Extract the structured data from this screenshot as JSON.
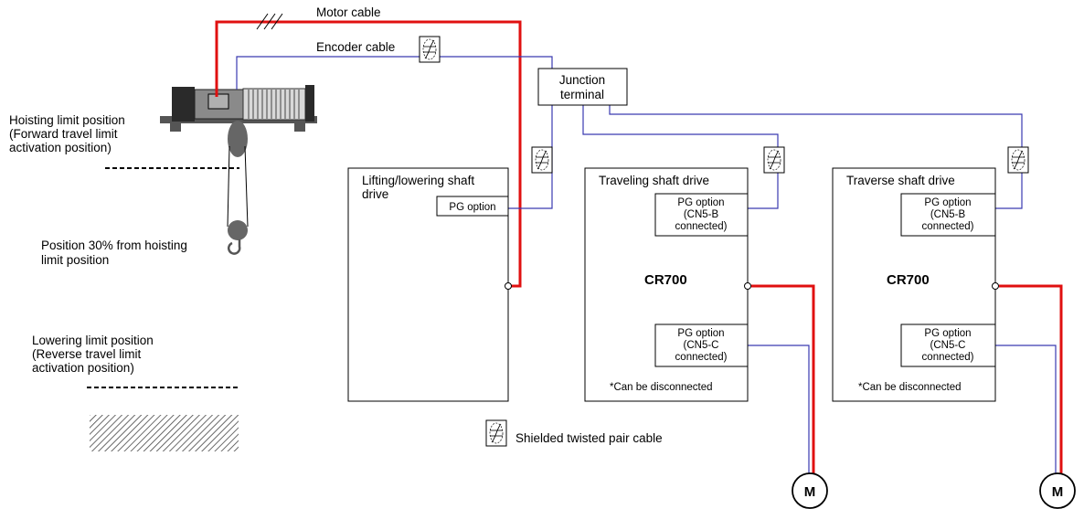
{
  "labels": {
    "motor_cable": "Motor cable",
    "encoder_cable": "Encoder cable",
    "junction_line1": "Junction",
    "junction_line2": "terminal",
    "hoist_limit": [
      "Hoisting limit position",
      "(Forward travel limit",
      "activation position)"
    ],
    "pos30": [
      "Position 30% from hoisting",
      "limit position"
    ],
    "lower_limit": [
      "Lowering limit position",
      "(Reverse travel limit",
      "activation position)"
    ],
    "shield_legend": "Shielded twisted pair cable"
  },
  "drives": {
    "lifting": {
      "title": [
        "Lifting/lowering shaft",
        "drive"
      ],
      "pg_option": "PG option"
    },
    "traveling": {
      "title": "Traveling shaft drive",
      "pg_b": [
        "PG option",
        "(CN5-B",
        "connected)"
      ],
      "model": "CR700",
      "pg_c": [
        "PG option",
        "(CN5-C",
        "connected)"
      ],
      "note": "*Can be disconnected"
    },
    "traverse": {
      "title": "Traverse shaft drive",
      "pg_b": [
        "PG option",
        "(CN5-B",
        "connected)"
      ],
      "model": "CR700",
      "pg_c": [
        "PG option",
        "(CN5-C",
        "connected)"
      ],
      "note": "*Can be disconnected"
    }
  },
  "motors": {
    "label": "M"
  },
  "colors": {
    "motor_cable": "#e01010",
    "encoder_cable": "#3a3ab0"
  },
  "icons": [
    "shielded-cable-icon",
    "hoist-motor-icon",
    "hook-icon",
    "motor-icon",
    "ground-hatch-icon"
  ]
}
